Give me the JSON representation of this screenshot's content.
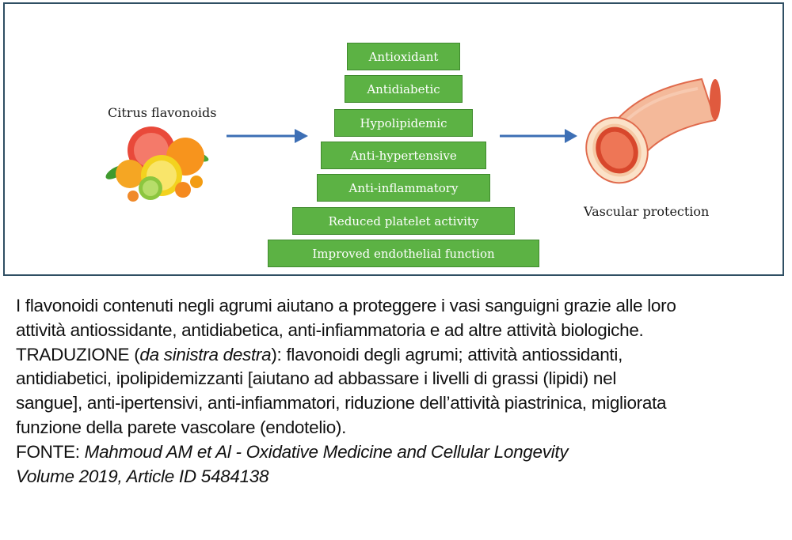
{
  "figure": {
    "citrus_label": "Citrus flavonoids",
    "vascular_label": "Vascular protection",
    "activities": [
      "Antioxidant",
      "Antidiabetic",
      "Hypolipidemic",
      "Anti-hypertensive",
      "Anti-inflammatory",
      "Reduced platelet activity",
      "Improved endothelial function"
    ],
    "colors": {
      "box_fill": "#5cb244",
      "arrow": "#3d6fb5",
      "frame": "#2f4f63"
    }
  },
  "caption": {
    "line_1": "I flavonoidi contenuti negli agrumi aiutano a proteggere  i vasi sanguigni grazie alle loro",
    "line_2": "attività antiossidante, antidiabetica, anti-infiammatoria  e ad altre attività biologiche.",
    "translation_label": "TRADUZIONE (",
    "translation_direction": "da sinistra destra",
    "translation_after": "): flavonoidi degli agrumi; attività antiossidanti,",
    "line_4": "antidiabetici, ipolipidemizzanti [aiutano ad abbassare i livelli di grassi (lipidi) nel",
    "line_5": "sangue], anti-ipertensivi, anti-infiammatori, riduzione dell’attività piastrinica, migliorata",
    "line_6": "funzione della parete vascolare (endotelio).",
    "source_label": "FONTE: ",
    "source_journal": "Mahmoud AM et Al - Oxidative Medicine and Cellular Longevity",
    "source_volume": "Volume 2019, Article ID 5484138"
  }
}
